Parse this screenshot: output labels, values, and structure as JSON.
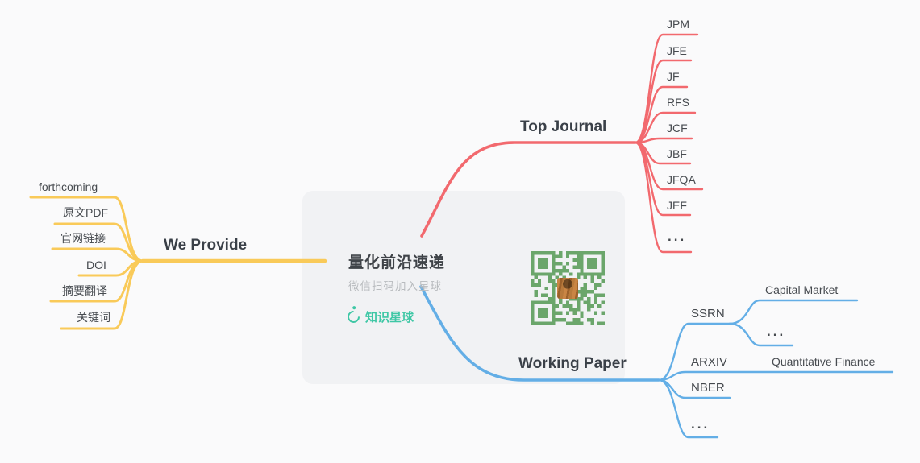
{
  "canvas": {
    "background": "#FAFAFB",
    "panel_color": "#F1F2F4"
  },
  "colors": {
    "we_provide_branch": "#F9CA59",
    "top_journal_branch": "#F2696E",
    "working_paper_branch": "#63AEE6",
    "logo_teal": "#3EC7A5",
    "qr_green": "#6BA66B"
  },
  "center_card": {
    "title": "量化前沿速递",
    "subtitle": "微信扫码加入星球",
    "logo_text": "知识星球",
    "qr_icon": "qr-code-with-avatar"
  },
  "branches": {
    "we_provide": {
      "label": "We Provide",
      "children": [
        "forthcoming",
        "原文PDF",
        "官网链接",
        "DOI",
        "摘要翻译",
        "关键词"
      ]
    },
    "top_journal": {
      "label": "Top Journal",
      "children": [
        "JPM",
        "JFE",
        "JF",
        "RFS",
        "JCF",
        "JBF",
        "JFQA",
        "JEF",
        "..."
      ]
    },
    "working_paper": {
      "label": "Working Paper",
      "children": {
        "ssrn": {
          "label": "SSRN",
          "children": [
            "Capital Market",
            "..."
          ]
        },
        "arxiv": {
          "label": "ARXIV",
          "children": [
            "Quantitative Finance"
          ]
        },
        "nber": {
          "label": "NBER"
        },
        "more": {
          "label": "..."
        }
      }
    }
  }
}
